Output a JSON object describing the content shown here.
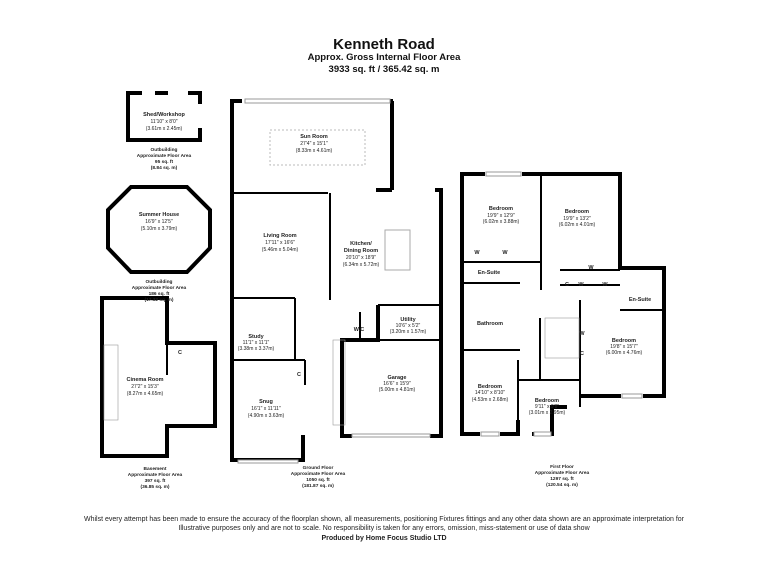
{
  "header": {
    "title": "Kenneth Road",
    "subtitle": "Approx. Gross Internal Floor Area",
    "total_area": "3933 sq. ft / 365.42 sq. m"
  },
  "outbuildings": {
    "shed": {
      "name": "Shed/Workshop",
      "imperial": "11'10\" x 8'0\"",
      "metric": "(3.61m x 2.45m)"
    },
    "shed_area": {
      "label": "Outbuilding",
      "sub": "Approximate Floor Area",
      "sqft": "95 sq. ft",
      "sqm": "(8.84 sq. m)"
    },
    "summer_house": {
      "name": "Summer House",
      "imperial": "16'9\" x 12'5\"",
      "metric": "(5.10m x 3.79m)"
    },
    "summer_area": {
      "label": "Outbuilding",
      "sub": "Approximate Floor Area",
      "sqft": "186 sq. ft",
      "sqm": "(17.32 sq. m)"
    }
  },
  "basement": {
    "cinema": {
      "name": "Cinema Room",
      "imperial": "27'2\" x 15'3\"",
      "metric": "(8.27m x 4.65m)"
    },
    "cupboard": "C",
    "area": {
      "label": "Basement",
      "sub": "Approximate Floor Area",
      "sqft": "397 sq. ft",
      "sqm": "(36.85 sq. m)"
    }
  },
  "ground_floor": {
    "sun_room": {
      "name": "Sun Room",
      "imperial": "27'4\" x 15'1\"",
      "metric": "(8.33m x 4.61m)"
    },
    "living_room": {
      "name": "Living Room",
      "imperial": "17'11\" x 16'6\"",
      "metric": "(5.46m x 5.04m)"
    },
    "kitchen": {
      "name1": "Kitchen/",
      "name2": "Dining Room",
      "imperial": "20'10\" x 18'9\"",
      "metric": "(6.34m x 5.72m)"
    },
    "study": {
      "name": "Study",
      "imperial": "11'1\" x 11'1\"",
      "metric": "(3.38m x 3.37m)"
    },
    "wc": "W.C",
    "utility": {
      "name": "Utility",
      "imperial": "10'6\" x 5'2\"",
      "metric": "(3.20m x 1.57m)"
    },
    "snug": {
      "name": "Snug",
      "imperial": "16'1\" x 11'11\"",
      "metric": "(4.90m x 3.63m)"
    },
    "garage": {
      "name": "Garage",
      "imperial": "16'6\" x 15'9\"",
      "metric": "(5.00m x 4.81m)"
    },
    "cupboard": "C",
    "area": {
      "label": "Ground Floor",
      "sub": "Approximate Floor Area",
      "sqft": "1050 sq. ft",
      "sqm": "(181.87 sq. m)"
    }
  },
  "first_floor": {
    "bedroom1": {
      "name": "Bedroom",
      "imperial": "19'9\" x 12'9\"",
      "metric": "(6.02m x 3.88m)"
    },
    "bedroom2": {
      "name": "Bedroom",
      "imperial": "19'9\" x 13'2\"",
      "metric": "(6.02m x 4.01m)"
    },
    "bedroom3": {
      "name": "Bedroom",
      "imperial": "19'8\" x 15'7\"",
      "metric": "(6.00m x 4.76m)"
    },
    "bedroom4": {
      "name": "Bedroom",
      "imperial": "14'10\" x 8'10\"",
      "metric": "(4.53m x 2.68m)"
    },
    "bedroom5": {
      "name": "Bedroom",
      "imperial": "9'11\" x 9'8\"",
      "metric": "(3.01m x 2.95m)"
    },
    "ensuite1": "En-Suite",
    "ensuite2": "En-Suite",
    "bathroom": "Bathroom",
    "wardrobe": "W",
    "cupboard": "C",
    "area": {
      "label": "First Floor",
      "sub": "Approximate Floor Area",
      "sqft": "1297 sq. ft",
      "sqm": "(120.54 sq. m)"
    }
  },
  "footer": {
    "line1": "Whilst every attempt has been made to ensure the accuracy of the floorplan shown, all measurements, positioning Fixtures fittings and any other data shown are an approximate interpretation for",
    "line2": "Illustrative purposes only  and are not to scale. No responsibility is taken for any errors, omission, miss-statement or use of data show",
    "credit": "Produced by Home Focus Studio LTD"
  }
}
